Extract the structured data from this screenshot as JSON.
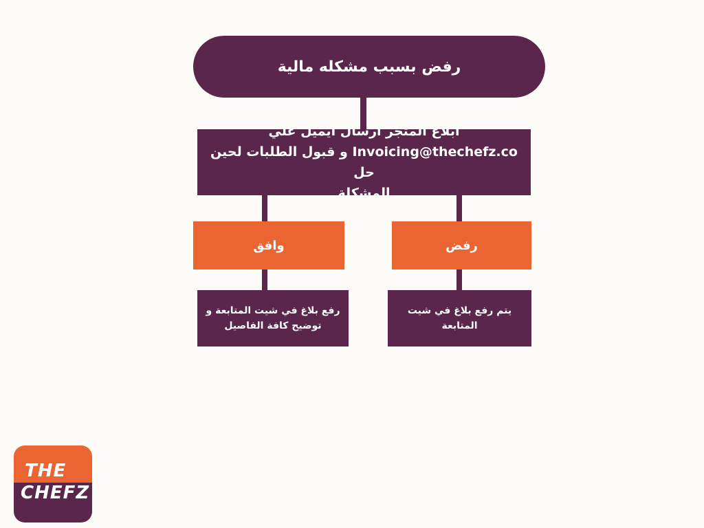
{
  "root": {
    "label": "رفض بسبب مشكله مالية"
  },
  "notify": {
    "line1": "ابلاغ المتجر ارسال ايميل علي",
    "line2": "Invoicing@thechefz.co و قبول الطلبات لحين حل",
    "line3": "المشكلة"
  },
  "branches": {
    "accept": {
      "label": "وافق",
      "note_line1": "رفع بلاغ في شيت المتابعة و",
      "note_line2": "توضيح كافة الفاصيل"
    },
    "reject": {
      "label": "رفض",
      "note_line1": "يتم رفع بلاغ في شيت",
      "note_line2": "المتابعة"
    }
  },
  "logo": {
    "word1": "THE",
    "word2": "CHEFZ"
  },
  "colors": {
    "purple": "#5a264b",
    "orange": "#ea6531",
    "background": "#fdfbf7"
  }
}
